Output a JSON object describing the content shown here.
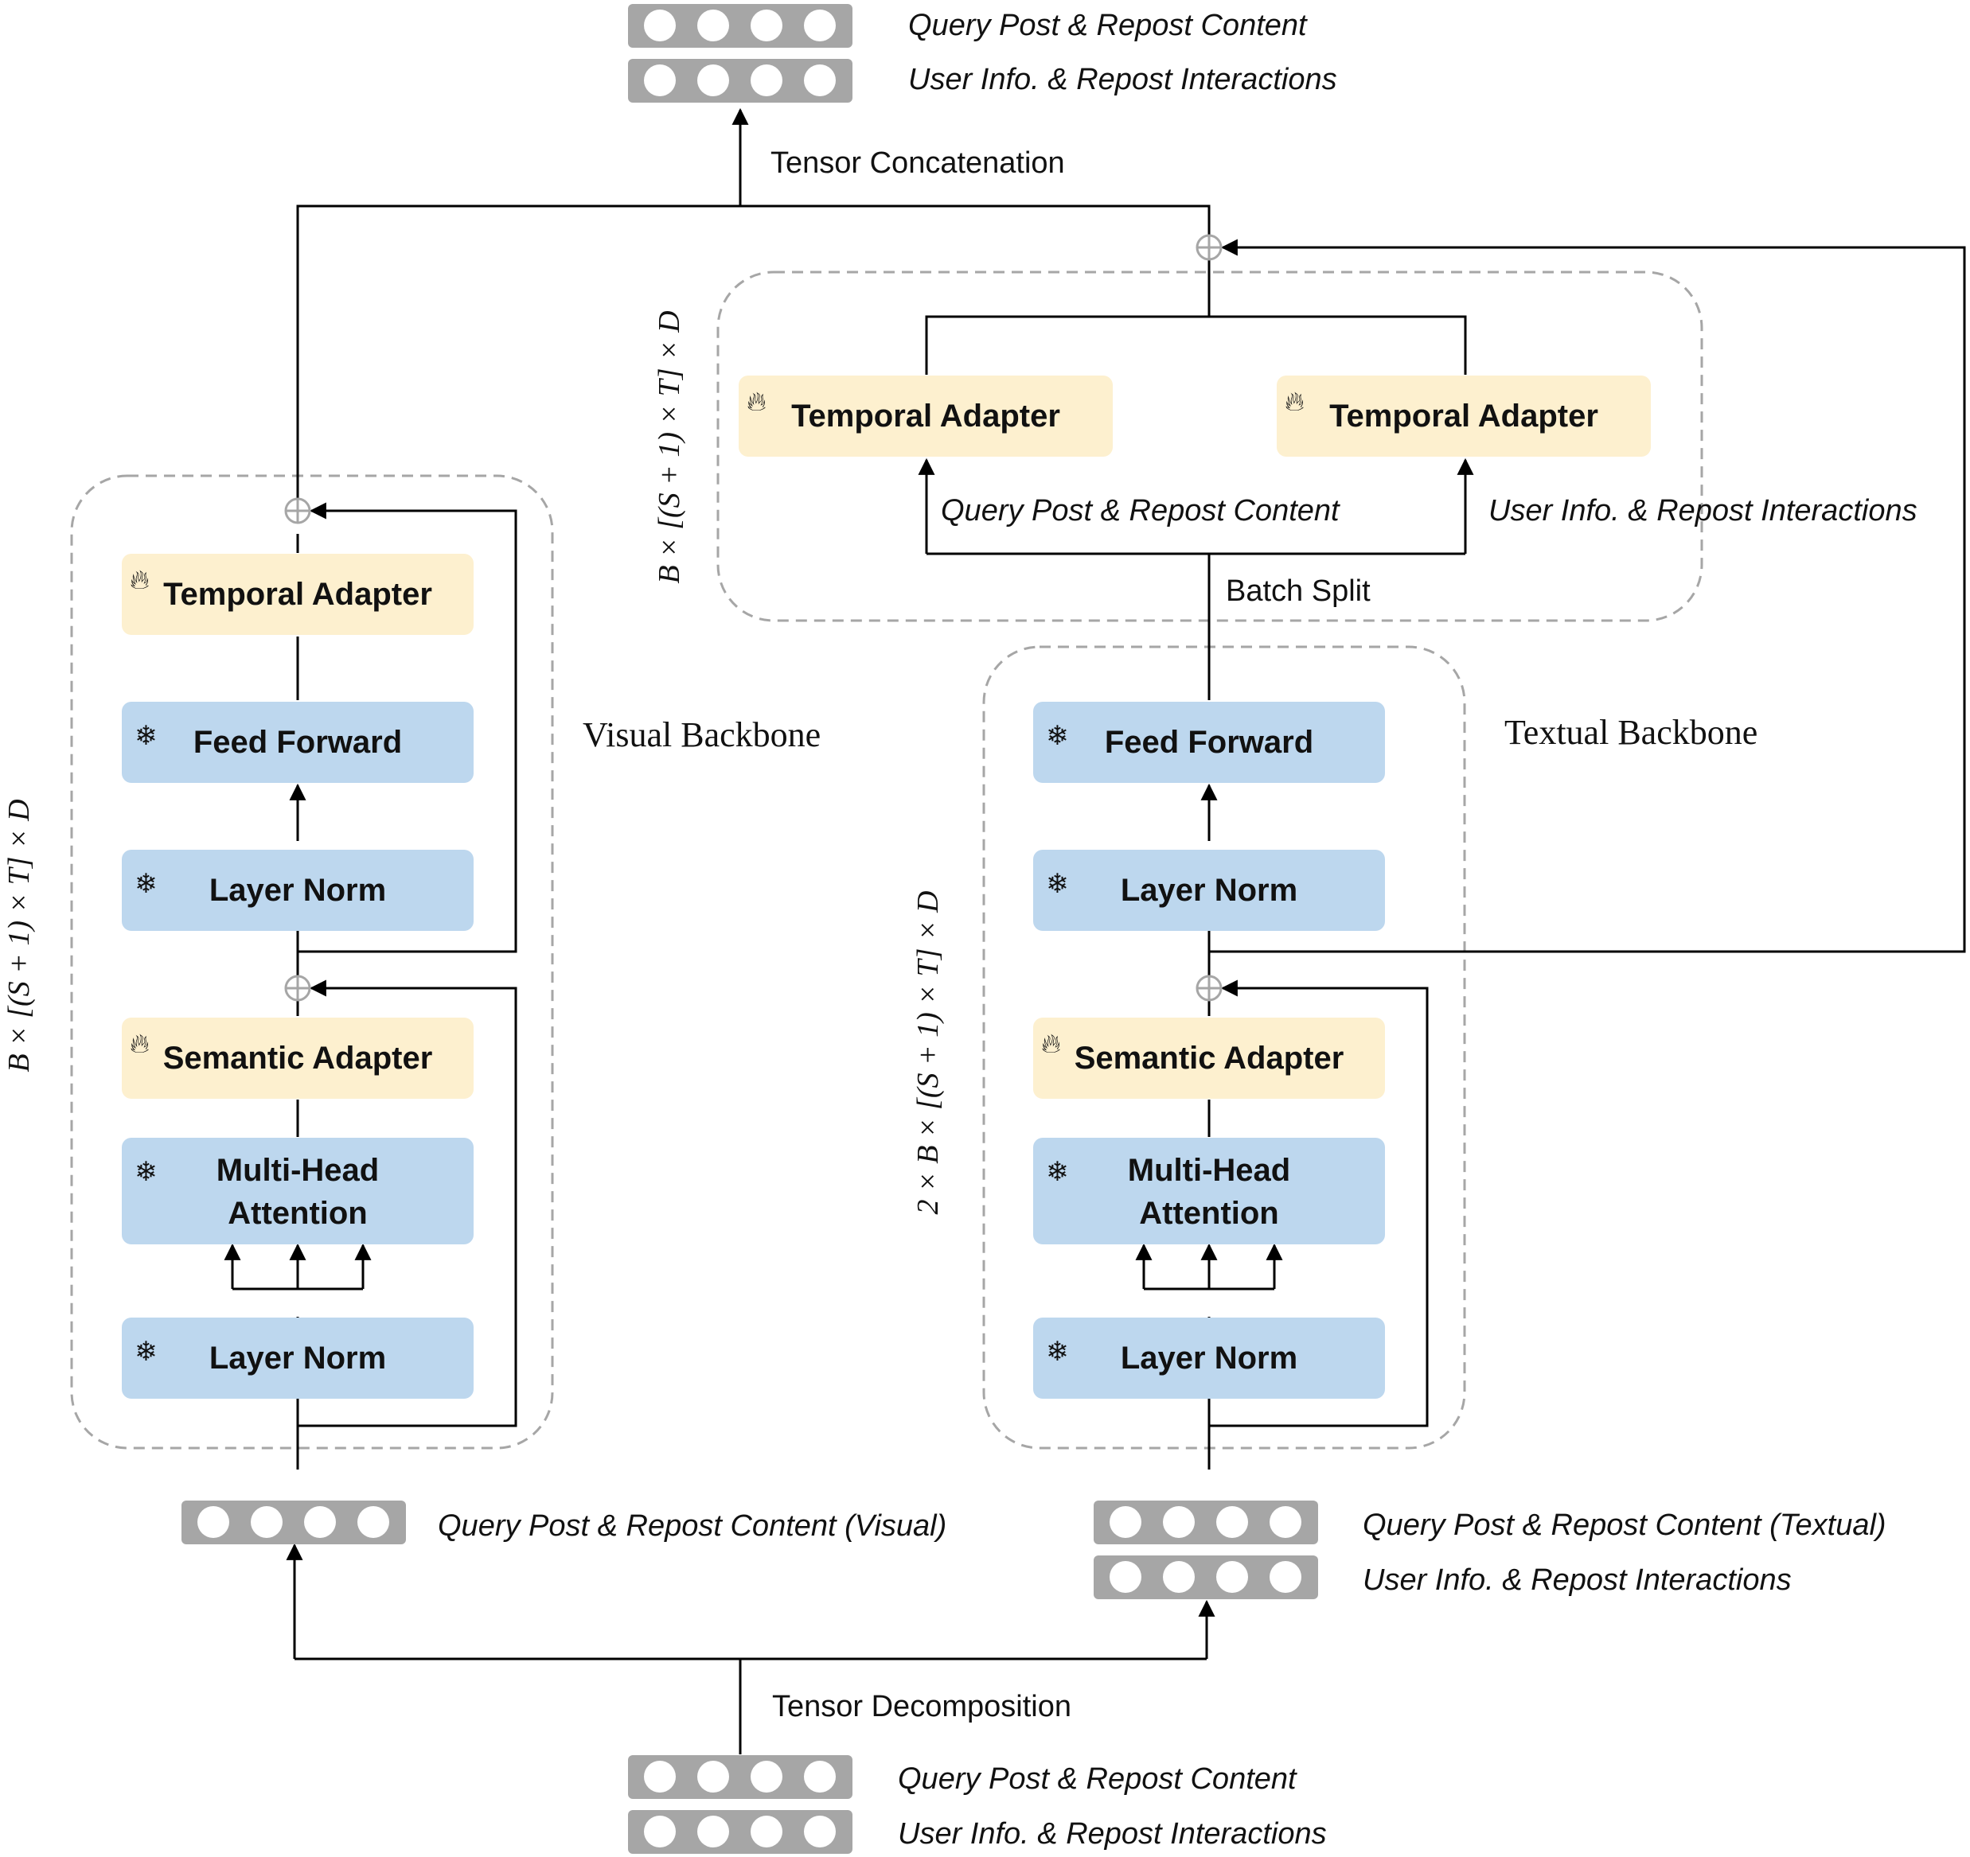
{
  "output_tokens": {
    "row1": "Query Post & Repost Content",
    "row2": "User Info. & Repost Interactions"
  },
  "tensor_concatenation": "Tensor Concatenation",
  "dim_top": "B × [(S + 1) × T] × D",
  "dim_visual": "B × [(S + 1) × T] × D",
  "dim_textual": "2 × B × [(S + 1) × T] × D",
  "split_block": {
    "temporal_adapter_left": "Temporal Adapter",
    "temporal_adapter_right": "Temporal Adapter",
    "label_left": "Query Post & Repost Content",
    "label_right": "User Info. & Repost Interactions",
    "batch_split": "Batch Split"
  },
  "visual_backbone": {
    "title": "Visual Backbone",
    "temporal_adapter": "Temporal Adapter",
    "feed_forward": "Feed Forward",
    "layer_norm_top": "Layer Norm",
    "semantic_adapter": "Semantic Adapter",
    "mha_line1": "Multi-Head",
    "mha_line2": "Attention",
    "layer_norm_bottom": "Layer Norm",
    "input_label": "Query Post & Repost Content (Visual)"
  },
  "textual_backbone": {
    "title": "Textual Backbone",
    "feed_forward": "Feed Forward",
    "layer_norm_top": "Layer Norm",
    "semantic_adapter": "Semantic Adapter",
    "mha_line1": "Multi-Head",
    "mha_line2": "Attention",
    "layer_norm_bottom": "Layer Norm",
    "input_label_1": "Query Post & Repost Content (Textual)",
    "input_label_2": "User Info. & Repost Interactions"
  },
  "tensor_decomposition": "Tensor Decomposition",
  "input_tokens": {
    "row1": "Query Post & Repost Content",
    "row2": "User Info. & Repost Interactions"
  },
  "icons": {
    "trainable": "flame-icon",
    "frozen": "snowflake-icon"
  },
  "colors": {
    "adapter_fill": "#fdf0cf",
    "frozen_fill": "#bdd7ee",
    "token_fill": "#a6a6a6",
    "dashed_border": "#a6a6a6"
  }
}
